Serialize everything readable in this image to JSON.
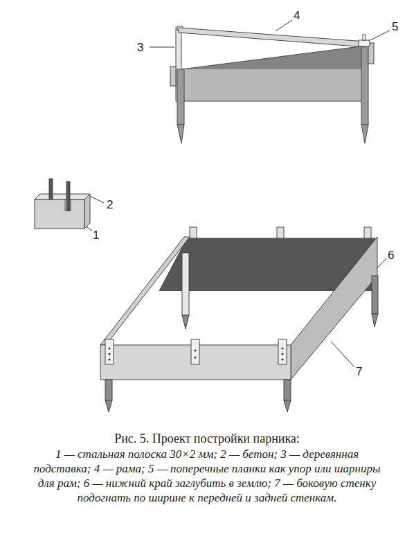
{
  "diagram": {
    "title": "Рис. 5. Проект постройки парника:",
    "caption": "1 — стальная полоска 30×2 мм; 2 — бетон; 3 — деревянная подставка; 4 — рама; 5 — поперечные планки как упор или шарниры для рам; 6 — нижний край заглубить в землю; 7 — боковую стенку подогнать по ширине к передней и задней стенкам.",
    "labels": [
      "4",
      "3",
      "5",
      "2",
      "1",
      "6",
      "7"
    ]
  }
}
